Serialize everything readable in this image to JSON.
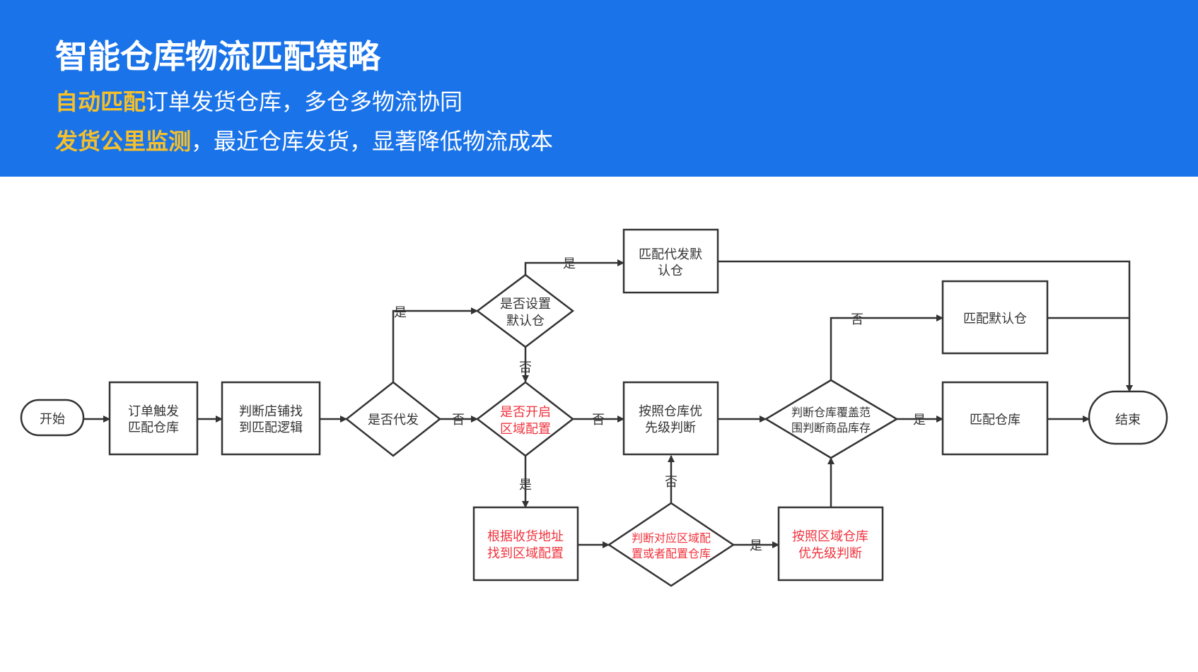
{
  "header": {
    "title": "智能仓库物流匹配策略",
    "line1_highlight": "自动匹配",
    "line1_rest": "订单发货仓库，多仓多物流协同",
    "line2_highlight": "发货公里监测",
    "line2_rest": "，最近仓库发货，显著降低物流成本"
  },
  "colors": {
    "header_bg": "#1a73e8",
    "highlight": "#f6c02a",
    "red_text": "#f0323c",
    "stroke": "#333333"
  },
  "flow": {
    "start": "开始",
    "order_trigger": [
      "订单触发",
      "匹配仓库"
    ],
    "judge_store": [
      "判断店铺找",
      "到匹配逻辑"
    ],
    "is_proxy": "是否代发",
    "is_default_set": [
      "是否设置",
      "默认仓"
    ],
    "match_proxy_default": [
      "匹配代发默",
      "认仓"
    ],
    "is_region_enabled": [
      "是否开启",
      "区域配置"
    ],
    "by_priority": [
      "按照仓库优",
      "先级判断"
    ],
    "judge_coverage": [
      "判断仓库覆盖范",
      "围判断商品库存"
    ],
    "match_default": "匹配默认仓",
    "match_warehouse": "匹配仓库",
    "end": "结束",
    "find_region": [
      "根据收货地址",
      "找到区域配置"
    ],
    "judge_region_config": [
      "判断对应区域配",
      "置或者配置仓库"
    ],
    "by_region_priority": [
      "按照区域仓库",
      "优先级判断"
    ]
  },
  "edge_labels": {
    "yes": "是",
    "no": "否"
  }
}
